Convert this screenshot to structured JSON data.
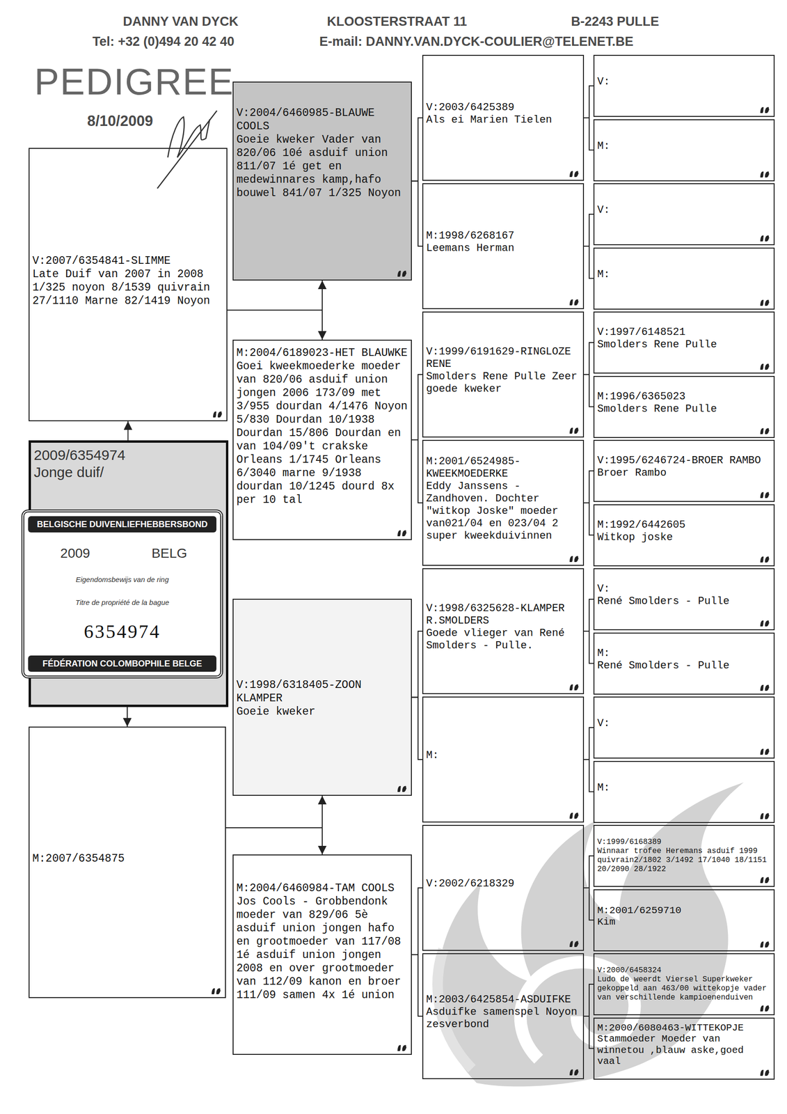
{
  "diagram": {
    "title": "PEDIGREE",
    "nodes": [
      {
        "text": [
          "V:2007/6354841-SLIMME",
          "Late Duif van 2007 in 2008 1/325 noyon 8/1539 quivrain 27/1110 Marne 82/1419 Noyon"
        ]
      },
      {
        "text": [
          "2009/6354974",
          "Jonge duif/"
        ]
      },
      {
        "text": [
          "BELGISCHE DUIVENLIEFHEBBERSBOND",
          "2009",
          "BELG",
          "Eigendomsbewijs van de ring",
          "Titre de propriété de la bague",
          "6354974",
          "FÉDÉRATION COLOMBOPHILE BELGE"
        ],
        "in": 1
      },
      {
        "text": [
          "M:2007/6354875"
        ]
      },
      {
        "text": [
          "V:2004/6460985-BLAUWE COOLS",
          "Goeie kweker Vader van 820/06 10é asduif union 811/07 1é get en medewinnares kamp,hafo bouwel 841/07 1/325 Noyon"
        ]
      },
      {
        "text": [
          "M:2004/6189023-HET BLAUWKE",
          "Goei kweekmoederke moeder van 820/06 asduif union jongen 2006 173/09 met 3/955 dourdan 4/1476 Noyon 5/830 Dourdan 10/1938 Dourdan 15/806 Dourdan en van 104/09't crakske Orleans 1/1745 Orleans 6/3040 marne 9/1938 dourdan 10/1245 dourd 8x per 10 tal"
        ]
      },
      {
        "text": [
          "V:1998/6318405-ZOON KLAMPER",
          "Goeie kweker"
        ]
      },
      {
        "text": [
          "M:2004/6460984-TAM COOLS",
          "Jos Cools - Grobbendonk moeder van 829/06 5è asduif union jongen hafo en grootmoeder van 117/08 1é asduif union jongen 2008 en over grootmoeder van 112/09 kanon en broer 111/09 samen 4x 1é union"
        ]
      },
      {
        "text": [
          "V:2003/6425389",
          "Als ei Marien Tielen"
        ]
      },
      {
        "text": [
          "M:1998/6268167",
          "Leemans Herman"
        ]
      },
      {
        "text": [
          "V:1999/6191629-RINGLOZE RENE",
          "Smolders Rene Pulle Zeer goede kweker"
        ]
      },
      {
        "text": [
          "M:2001/6524985-KWEEKMOEDERKE",
          "Eddy Janssens - Zandhoven. Dochter \"witkop Joske\" moeder van021/04 en 023/04 2 super kweekduivinnen"
        ]
      },
      {
        "text": [
          "V:1998/6325628-KLAMPER R.SMOLDERS",
          "Goede vlieger van René Smolders - Pulle."
        ]
      },
      {
        "text": [
          "M:"
        ]
      },
      {
        "text": [
          "V:2002/6218329"
        ]
      },
      {
        "text": [
          "M:2003/6425854-ASDUIFKE",
          "Asduifke samenspel Noyon zesverbond"
        ]
      },
      {
        "text": [
          "V:"
        ]
      },
      {
        "text": [
          "M:"
        ]
      },
      {
        "text": [
          "V:"
        ]
      },
      {
        "text": [
          "M:"
        ]
      },
      {
        "text": [
          "V:1997/6148521",
          "Smolders Rene Pulle"
        ]
      },
      {
        "text": [
          "M:1996/6365023",
          "Smolders Rene Pulle"
        ]
      },
      {
        "text": [
          "V:1995/6246724-BROER RAMBO",
          "Broer Rambo"
        ]
      },
      {
        "text": [
          "M:1992/6442605",
          "Witkop joske"
        ]
      },
      {
        "text": [
          "V:",
          "René Smolders - Pulle"
        ]
      },
      {
        "text": [
          "M:",
          "René Smolders - Pulle"
        ]
      },
      {
        "text": [
          "V:"
        ]
      },
      {
        "text": [
          "M:"
        ]
      },
      {
        "text": [
          "V:1999/6168389",
          "Winnaar trofee Heremans asduif 1999 quivrain2/1802 3/1492 17/1040 18/1151 20/2090 28/1922"
        ]
      },
      {
        "text": [
          "M:2001/6259710",
          "Kim"
        ]
      },
      {
        "text": [
          "V:2000/6458324",
          "Ludo de weerdt Viersel Superkweker gekoppeld aan 463/00 wittekopje vader van verschillende kampioenenduiven"
        ]
      },
      {
        "text": [
          "M:2000/6080463-WITTEKOPJE",
          "Stammoeder Moeder van winnetou ,blauw aske,goed vaal"
        ]
      }
    ],
    "edges": [
      {
        "from": 1,
        "to": 0,
        "arrow": "to"
      },
      {
        "from": 1,
        "to": 3,
        "arrow": "to"
      },
      {
        "from": 0,
        "to": 4,
        "arrow": "to"
      },
      {
        "from": 0,
        "to": 5,
        "arrow": "to"
      },
      {
        "from": 3,
        "to": 6,
        "arrow": "to"
      },
      {
        "from": 3,
        "to": 7,
        "arrow": "to"
      },
      {
        "from": 4,
        "to": 8,
        "arrow": "none"
      },
      {
        "from": 4,
        "to": 9,
        "arrow": "none"
      },
      {
        "from": 5,
        "to": 10,
        "arrow": "none"
      },
      {
        "from": 5,
        "to": 11,
        "arrow": "none"
      },
      {
        "from": 6,
        "to": 12,
        "arrow": "none"
      },
      {
        "from": 6,
        "to": 13,
        "arrow": "none"
      },
      {
        "from": 7,
        "to": 14,
        "arrow": "none"
      },
      {
        "from": 7,
        "to": 15,
        "arrow": "none"
      },
      {
        "from": 8,
        "to": 16,
        "arrow": "none"
      },
      {
        "from": 8,
        "to": 17,
        "arrow": "none"
      },
      {
        "from": 9,
        "to": 18,
        "arrow": "none"
      },
      {
        "from": 9,
        "to": 19,
        "arrow": "none"
      },
      {
        "from": 10,
        "to": 20,
        "arrow": "none"
      },
      {
        "from": 10,
        "to": 21,
        "arrow": "none"
      },
      {
        "from": 11,
        "to": 22,
        "arrow": "none"
      },
      {
        "from": 11,
        "to": 23,
        "arrow": "none"
      },
      {
        "from": 12,
        "to": 24,
        "arrow": "none"
      },
      {
        "from": 12,
        "to": 25,
        "arrow": "none"
      },
      {
        "from": 13,
        "to": 26,
        "arrow": "none"
      },
      {
        "from": 13,
        "to": 27,
        "arrow": "none"
      },
      {
        "from": 14,
        "to": 28,
        "arrow": "none"
      },
      {
        "from": 14,
        "to": 29,
        "arrow": "none"
      },
      {
        "from": 15,
        "to": 30,
        "arrow": "none"
      },
      {
        "from": 15,
        "to": 31,
        "arrow": "none"
      }
    ],
    "labels": [
      "DANNY VAN DYCK",
      "KLOOSTERSTRAAT 11",
      "B-2243 PULLE",
      "Tel: +32 (0)494 20 42 40",
      "E-mail: DANNY.VAN.DYCK-COULIER@TELENET.BE",
      "8/10/2009"
    ]
  }
}
